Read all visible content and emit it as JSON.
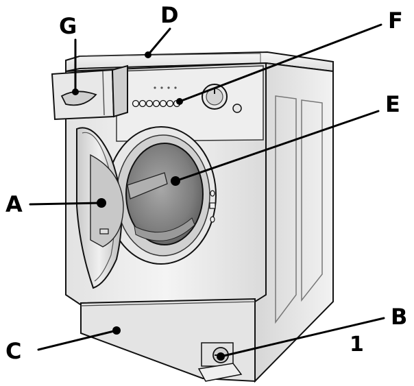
{
  "labels": {
    "G": "G",
    "D": "D",
    "F": "F",
    "E": "E",
    "A": "A",
    "B": "B",
    "C": "C"
  },
  "reference_number": "1",
  "colors": {
    "stroke": "#111111",
    "body_light": "#ececec",
    "body_mid": "#d9d9d9",
    "body_dark": "#bdbdbd",
    "drum_shadow": "#8c8c8c",
    "leader": "#000000"
  }
}
